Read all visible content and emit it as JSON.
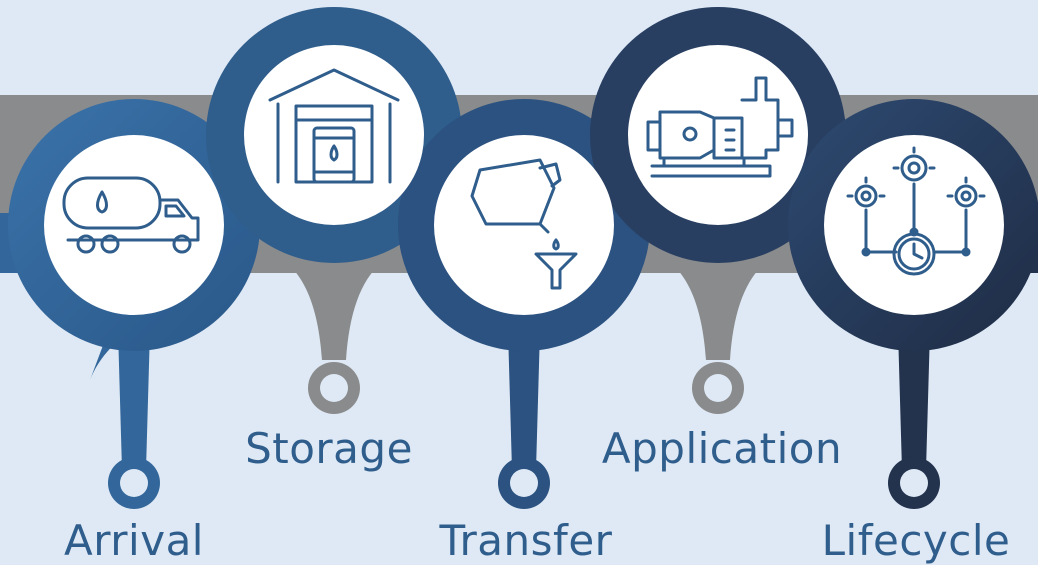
{
  "steps": [
    {
      "label": "Arrival",
      "icon": "tanker-truck-icon"
    },
    {
      "label": "Storage",
      "icon": "warehouse-barrel-icon"
    },
    {
      "label": "Transfer",
      "icon": "pouring-jug-funnel-icon"
    },
    {
      "label": "Application",
      "icon": "pump-machine-icon"
    },
    {
      "label": "Lifecycle",
      "icon": "gears-clock-icon"
    }
  ],
  "colors": {
    "background": "#dee9f5",
    "label": "#2f5d8c",
    "icon_stroke": "#2f5d8c",
    "grey_band": "#8a8b8d",
    "ring_1": "#33679b",
    "ring_2": "#2f5d8c",
    "ring_3": "#2b5280",
    "ring_4": "#283f62",
    "ring_5": "#23324d"
  }
}
